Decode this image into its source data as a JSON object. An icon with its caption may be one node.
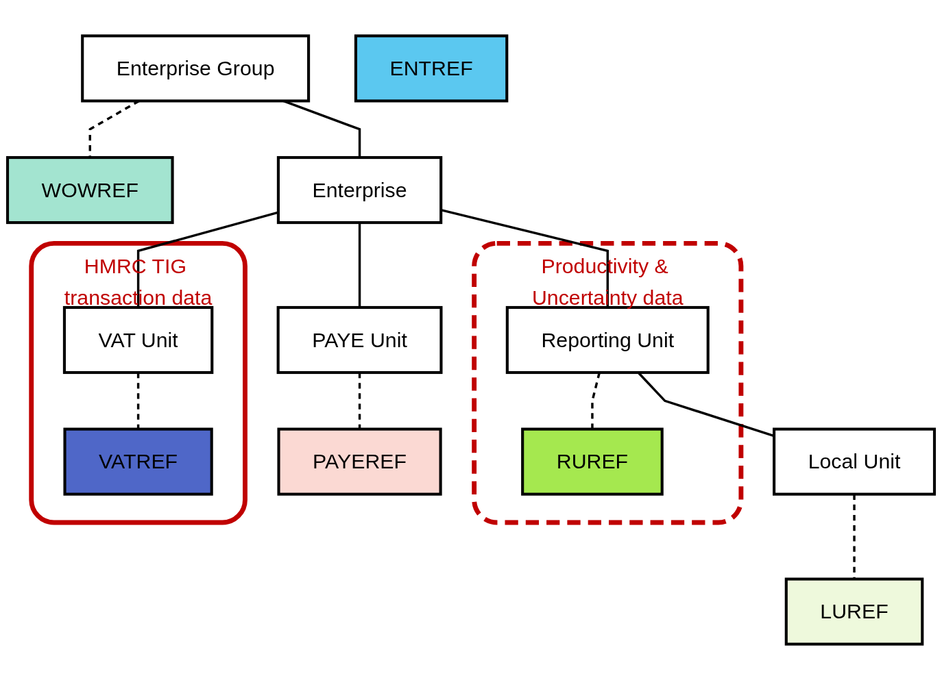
{
  "diagram": {
    "nodes": [
      {
        "text": [
          "Enterprise Group"
        ]
      },
      {
        "text": [
          "WOWREF"
        ]
      },
      {
        "text": [
          "Enterprise"
        ]
      },
      {
        "text": [
          "ENTREF"
        ]
      },
      {
        "text": [
          "HMRC TIG transaction data"
        ]
      },
      {
        "text": [
          "VAT Unit"
        ],
        "in": 4
      },
      {
        "text": [
          "VATREF"
        ],
        "in": 4
      },
      {
        "text": [
          "PAYE Unit"
        ]
      },
      {
        "text": [
          "PAYEREF"
        ]
      },
      {
        "text": [
          "Productivity & Uncertainty data"
        ]
      },
      {
        "text": [
          "Reporting Unit"
        ],
        "in": 9
      },
      {
        "text": [
          "RUREF"
        ],
        "in": 9
      },
      {
        "text": [
          "Local Unit"
        ]
      },
      {
        "text": [
          "LUREF"
        ]
      }
    ],
    "edges": [
      {
        "from": 0,
        "to": 1,
        "arrow": "none",
        "style": "dashed"
      },
      {
        "from": 0,
        "to": 2,
        "arrow": "none"
      },
      {
        "from": 2,
        "to": 5,
        "arrow": "none"
      },
      {
        "from": 2,
        "to": 7,
        "arrow": "none"
      },
      {
        "from": 2,
        "to": 10,
        "arrow": "none"
      },
      {
        "from": 5,
        "to": 6,
        "arrow": "none",
        "style": "dashed"
      },
      {
        "from": 7,
        "to": 8,
        "arrow": "none",
        "style": "dashed"
      },
      {
        "from": 10,
        "to": 11,
        "arrow": "none",
        "style": "dashed"
      },
      {
        "from": 10,
        "to": 12,
        "arrow": "none"
      },
      {
        "from": 12,
        "to": 13,
        "arrow": "none",
        "style": "dashed"
      }
    ]
  }
}
